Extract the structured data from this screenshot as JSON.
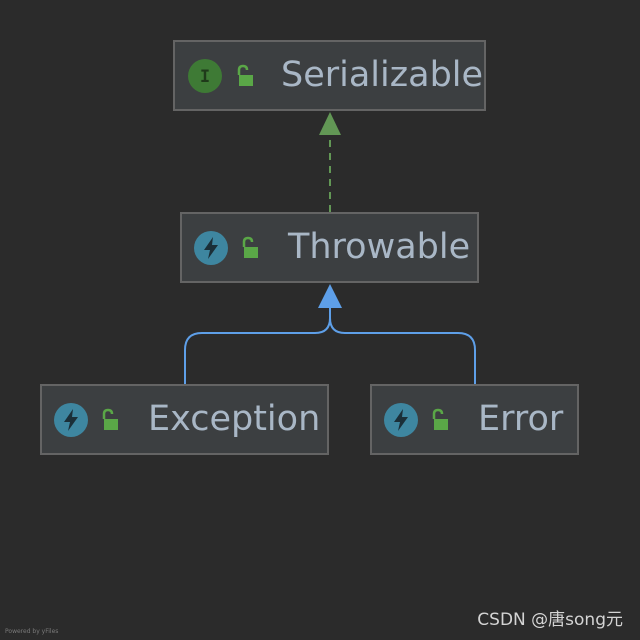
{
  "diagram": {
    "nodes": [
      {
        "id": "serializable",
        "label": "Serializable",
        "kind": "interface",
        "kind_icon": "interface-icon",
        "kind_letter": "I",
        "access": "public",
        "access_icon": "unlocked-icon"
      },
      {
        "id": "throwable",
        "label": "Throwable",
        "kind": "class",
        "kind_icon": "lightning-icon",
        "access": "public",
        "access_icon": "unlocked-icon"
      },
      {
        "id": "exception",
        "label": "Exception",
        "kind": "class",
        "kind_icon": "lightning-icon",
        "access": "public",
        "access_icon": "unlocked-icon"
      },
      {
        "id": "error",
        "label": "Error",
        "kind": "class",
        "kind_icon": "lightning-icon",
        "access": "public",
        "access_icon": "unlocked-icon"
      }
    ],
    "edges": [
      {
        "from": "throwable",
        "to": "serializable",
        "relation": "implements",
        "style": "dashed",
        "color": "#629755"
      },
      {
        "from": "exception",
        "to": "throwable",
        "relation": "extends",
        "style": "solid",
        "color": "#5e9fe8"
      },
      {
        "from": "error",
        "to": "throwable",
        "relation": "extends",
        "style": "solid",
        "color": "#5e9fe8"
      }
    ]
  },
  "colors": {
    "background": "#2b2b2b",
    "node_fill": "#3c3f41",
    "node_border": "#646464",
    "label": "#a9b7c6",
    "interface_badge": "#3e7a35",
    "class_badge": "#3e86a0",
    "lock": "#5aa747"
  },
  "watermark": "CSDN @唐song元",
  "credit": "Powered by yFiles"
}
